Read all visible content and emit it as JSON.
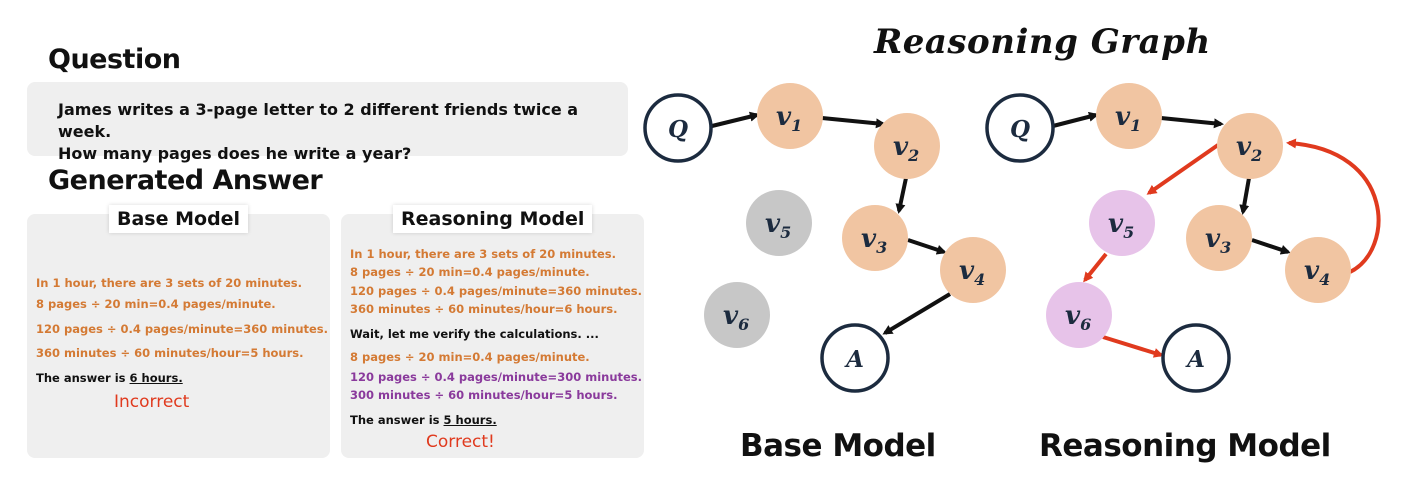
{
  "question": {
    "heading": "Question",
    "text_line1": "James writes a 3-page letter to 2 different friends twice a week.",
    "text_line2": "How many pages does he write a year?"
  },
  "answer": {
    "heading": "Generated Answer",
    "base": {
      "title": "Base Model",
      "lines": [
        "In 1 hour, there are 3 sets of 20 minutes.",
        "8 pages ÷ 20 min=0.4 pages/minute.",
        "120 pages ÷ 0.4 pages/minute=360 minutes.",
        "360 minutes ÷ 60 minutes/hour=5 hours."
      ],
      "final_prefix": "The answer is",
      "final_value": "6 hours.",
      "verdict": "Incorrect"
    },
    "reasoning": {
      "title": "Reasoning Model",
      "lines": [
        "In 1 hour, there are 3 sets of 20 minutes.",
        "8 pages ÷ 20 min=0.4 pages/minute.",
        "120 pages ÷ 0.4 pages/minute=360 minutes.",
        "360 minutes ÷ 60 minutes/hour=6 hours."
      ],
      "verify_line": "Wait, let me verify the calculations. ...",
      "verify_lines": [
        "8 pages ÷ 20 min=0.4 pages/minute.",
        "120 pages ÷ 0.4 pages/minute=300 minutes.",
        "300 minutes ÷ 60 minutes/hour=5 hours."
      ],
      "final_prefix": "The answer is",
      "final_value": "5 hours.",
      "verdict": "Correct!"
    }
  },
  "graph": {
    "title": "Reasoning Graph",
    "base_label": "Base Model",
    "reasoning_label": "Reasoning Model",
    "node_labels": {
      "q": "Q",
      "a": "A",
      "v1": "v",
      "v1_sub": "1",
      "v2": "v",
      "v2_sub": "2",
      "v3": "v",
      "v3_sub": "3",
      "v4": "v",
      "v4_sub": "4",
      "v5": "v",
      "v5_sub": "5",
      "v6": "v",
      "v6_sub": "6"
    },
    "colors": {
      "node_peach": "#f1c5a2",
      "node_gray": "#c7c7c7",
      "node_pink": "#e7c3e9",
      "edge_black": "#111111",
      "edge_red": "#e03a1e",
      "node_outline": "#1c2b3f"
    }
  }
}
